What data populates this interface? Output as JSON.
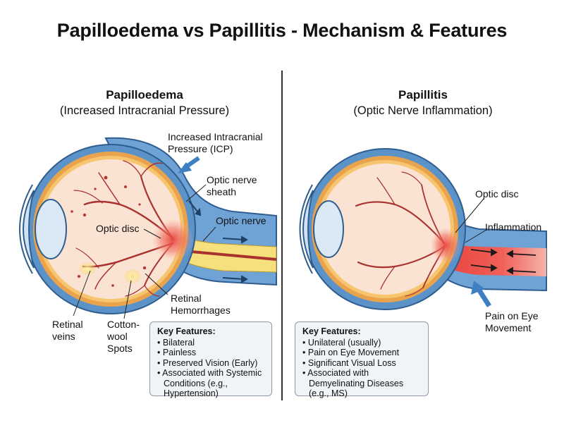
{
  "title": "Papilloedema vs Papillitis - Mechanism & Features",
  "left": {
    "title": "Papilloedema",
    "subtitle": "(Increased Intracranial Pressure)",
    "labels": {
      "icp": "Increased Intracranial Pressure (ICP)",
      "sheath": "Optic nerve sheath",
      "nerve": "Optic nerve",
      "disc": "Optic disc",
      "hemorrhages": "Retinal Hemorrhages",
      "veins": "Retinal veins",
      "cotton": "Cotton-wool Spots"
    },
    "key_title": "Key Features:",
    "features": [
      "Bilateral",
      "Painless",
      "Preserved Vision (Early)",
      "Associated with Systemic Conditions (e.g., Hypertension)"
    ]
  },
  "right": {
    "title": "Papillitis",
    "subtitle": "(Optic Nerve Inflammation)",
    "labels": {
      "disc": "Optic disc",
      "inflammation": "Inflammation",
      "pain": "Pain on Eye Movement"
    },
    "key_title": "Key Features:",
    "features": [
      "Unilateral (usually)",
      "Pain on Eye Movement",
      "Significant Visual Loss",
      "Associated with Demyelinating Diseases (e.g., MS)"
    ]
  },
  "colors": {
    "sclera_blue": "#5b93c9",
    "retina_orange": "#e9a34d",
    "vitreous": "#fbe3d4",
    "vessel_red": "#a9322f",
    "nerve_yellow": "#f6e07d",
    "inflammation_red": "#e8403a",
    "arrow_blue": "#3d7fc0"
  }
}
